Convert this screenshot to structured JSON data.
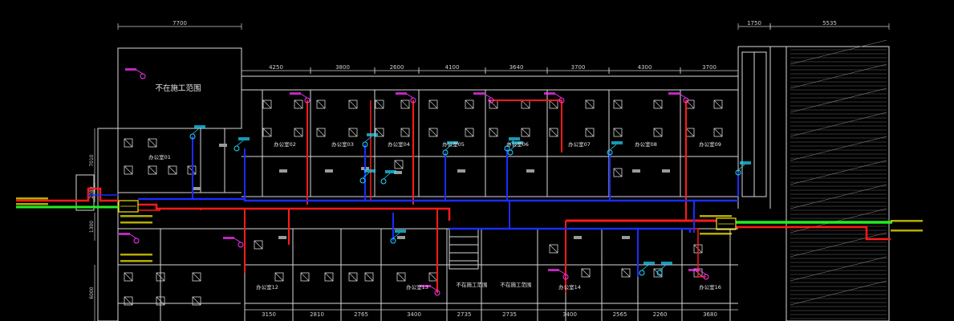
{
  "colors": {
    "background": "#000000",
    "wall": "#d8d8d8",
    "dim_line": "#cfcfcf",
    "supply_duct_red": "#ff1a1a",
    "return_duct_blue": "#1a2cff",
    "fresh_air_green": "#22ee22",
    "diffuser_cyan": "#22d8ff",
    "label_magenta": "#ff33ff",
    "note_yellow": "#f2e600",
    "fixture_gray": "#9a9a9a"
  },
  "dimensions": {
    "top": [
      "7700",
      "4250",
      "3800",
      "2600",
      "4100",
      "3640",
      "3700",
      "4300",
      "3700",
      "1750",
      "5535"
    ],
    "bottom": [
      "3150",
      "2810",
      "2765",
      "3400",
      "2735",
      "2735",
      "3400",
      "2565",
      "2260",
      "3680"
    ],
    "left": [
      "7010",
      "2080",
      "1300",
      "6000"
    ]
  },
  "labels": {
    "excluded_area": "不在施工范围",
    "excluded_lower_1": "不在施工范围",
    "excluded_lower_2": "不在施工范围",
    "office_01": "办公室01",
    "office_02": "办公室02",
    "office_03": "办公室03",
    "office_04": "办公室04",
    "office_05": "办公室05",
    "office_06": "办公室06",
    "office_07": "办公室07",
    "office_08": "办公室08",
    "office_09": "办公室09",
    "office_12": "办公室12",
    "office_13": "办公室13",
    "office_14": "办公室14",
    "office_16": "办公室16"
  }
}
